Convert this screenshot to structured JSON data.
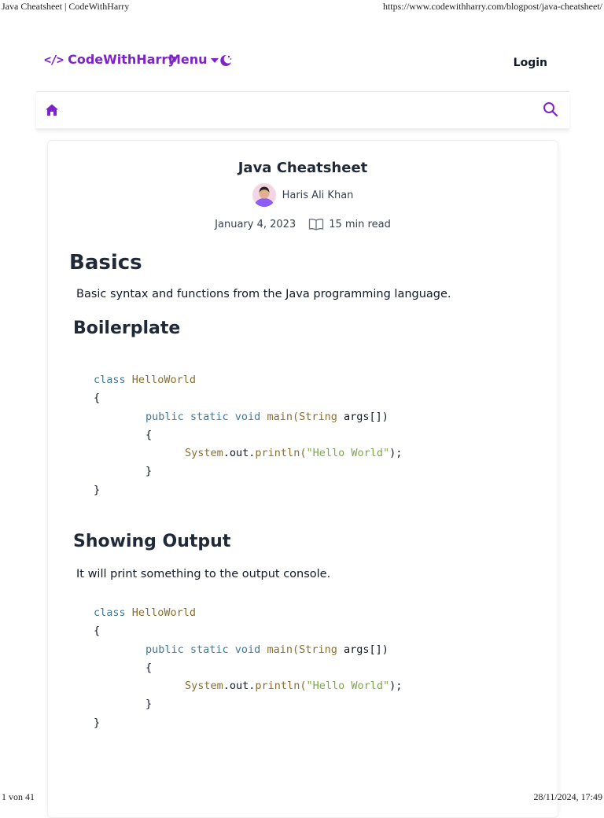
{
  "print": {
    "doc_title": "Java Cheatsheet | CodeWithHarry",
    "url": "https://www.codewithharry.com/blogpost/java-cheatsheet/",
    "page_counter": "1 von 41",
    "datetime": "28/11/2024, 17:49"
  },
  "nav": {
    "brand_symbol": "</>",
    "brand": "CodeWithHarry",
    "menu_label": "Menu",
    "login_label": "Login",
    "brand_color": "#7e22ce"
  },
  "icons": {
    "brand": "code-icon",
    "menu_caret": "chevron-down-icon",
    "theme": "moon-icon",
    "home": "home-icon",
    "search": "search-icon",
    "read_time": "book-icon"
  },
  "post": {
    "title": "Java Cheatsheet",
    "author": "Haris Ali Khan",
    "date": "January 4, 2023",
    "read_time": "15 min read"
  },
  "content": {
    "basics": {
      "heading": "Basics",
      "text": "Basic syntax and functions from the Java programming language."
    },
    "boilerplate": {
      "heading": "Boilerplate",
      "code": {
        "l1_kw": "class",
        "l1_name": "HelloWorld",
        "l2": "{",
        "l3_mods": "public static void",
        "l3_fn": "main",
        "l3_open": "(",
        "l3_type": "String",
        "l3_args": " args[])",
        "l4": "{",
        "l5_obj": "System",
        "l5_dot": ".out.",
        "l5_fn": "println",
        "l5_open": "(",
        "l5_str": "\"Hello World\"",
        "l5_close": ");",
        "l6": "}",
        "l7": "}"
      }
    },
    "showing_output": {
      "heading": "Showing Output",
      "text": "It will print something to the output console.",
      "code": {
        "l1_kw": "class",
        "l1_name": "HelloWorld",
        "l2": "{",
        "l3_mods": "public static void",
        "l3_fn": "main",
        "l3_open": "(",
        "l3_type": "String",
        "l3_args": " args[])",
        "l4": "{",
        "l5_obj": "System",
        "l5_dot": ".out.",
        "l5_fn": "println",
        "l5_open": "(",
        "l5_str": "\"Hello World\"",
        "l5_close": ");",
        "l6": "}",
        "l7": "}"
      }
    }
  }
}
